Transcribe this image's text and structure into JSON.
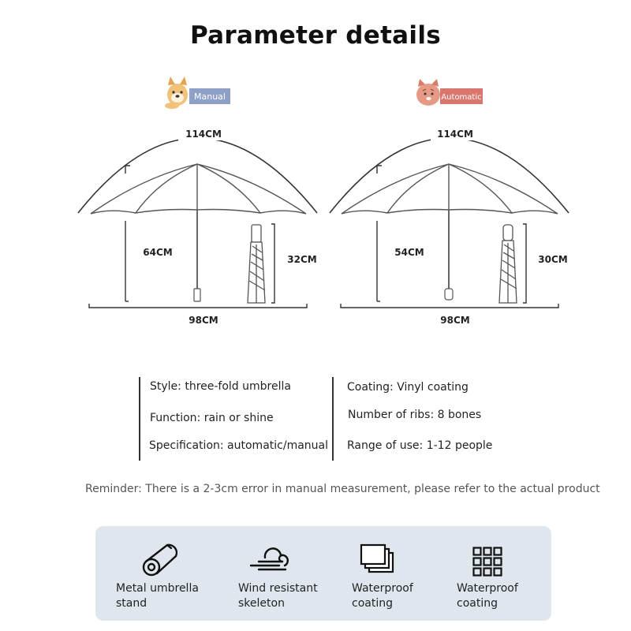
{
  "title": "Parameter details",
  "colors": {
    "manual_badge": "#8e9fc8",
    "automatic_badge": "#d9776f",
    "panel_bg": "#dfe6ee",
    "line": "#333333"
  },
  "umbrellas": [
    {
      "badge": "Manual",
      "mascot": "dog-mascot-icon",
      "open_width": "114CM",
      "height": "64CM",
      "folded_length": "32CM",
      "span": "98CM"
    },
    {
      "badge": "Automatic",
      "mascot": "cat-mascot-icon",
      "open_width": "114CM",
      "height": "54CM",
      "folded_length": "30CM",
      "span": "98CM"
    }
  ],
  "specs": {
    "left": [
      "Style: three-fold umbrella",
      "Function: rain or shine",
      "Specification: automatic/manual"
    ],
    "right": [
      "Coating: Vinyl coating",
      "Number of ribs: 8 bones",
      "Range of use: 1-12 people"
    ]
  },
  "reminder": "Reminder: There is a 2-3cm error in manual measurement, please refer to the actual product",
  "features": [
    {
      "icon": "metal-tube-icon",
      "label": "Metal umbrella stand"
    },
    {
      "icon": "wind-cloud-icon",
      "label": "Wind resistant skeleton"
    },
    {
      "icon": "layered-sheets-icon",
      "label": "Waterproof coating"
    },
    {
      "icon": "grid-icon",
      "label": "Waterproof coating"
    }
  ]
}
